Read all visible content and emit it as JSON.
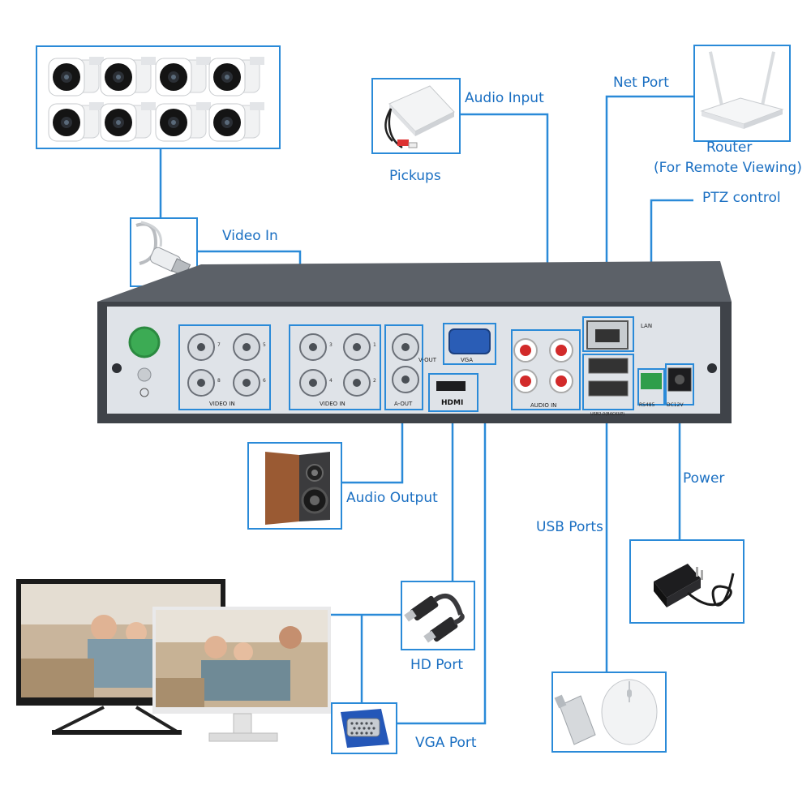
{
  "labels": {
    "video_in": "Video In",
    "audio_input": "Audio Input",
    "pickups": "Pickups",
    "net_port": "Net Port",
    "router": "Router",
    "router_note": "(For Remote Viewing)",
    "ptz_control": "PTZ control",
    "audio_output": "Audio Output",
    "power": "Power",
    "usb_ports": "USB Ports",
    "hd_port": "HD Port",
    "vga_port": "VGA Port"
  },
  "panel": {
    "video_in_1": "VIDEO IN",
    "video_in_2": "VIDEO IN",
    "v_out": "V-OUT",
    "a_out": "A-OUT",
    "vga": "VGA",
    "hdmi": "HDMI",
    "audio_in": "AUDIO IN",
    "lan": "LAN",
    "rs485": "RS485",
    "dc12v": "DC12V",
    "usb": "USB2.0(BACKUP)",
    "ch": [
      "7",
      "5",
      "3",
      "1",
      "8",
      "6",
      "4",
      "2"
    ]
  },
  "colors": {
    "accent": "#2a8ad8",
    "label": "#1a6fc2",
    "chassis": "#5c6168",
    "panel": "#dfe3e8"
  }
}
